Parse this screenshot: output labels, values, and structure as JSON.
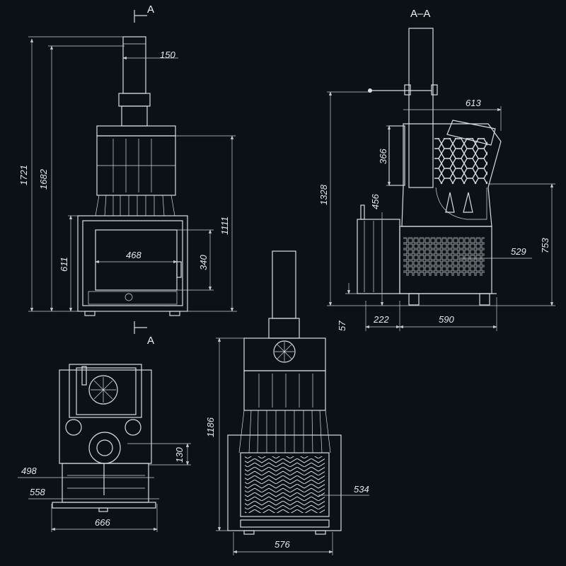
{
  "section_labels": {
    "top_marker": "A",
    "bottom_marker": "A",
    "section_title": "A–A"
  },
  "front_view": {
    "chimney_width": "150",
    "total_height": "1721",
    "height_to_top": "1682",
    "body_height": "1111",
    "firebox_height": "611",
    "glass_width": "468",
    "glass_height": "340"
  },
  "section_view": {
    "top_width": "613",
    "stone_height": "366",
    "height": "1328",
    "door_height": "456",
    "heater_height": "753",
    "depth": "529",
    "leg_height": "57",
    "front_depth": "222",
    "body_depth": "590"
  },
  "rear_view": {
    "outlet_height": "130",
    "width_498": "498",
    "width_558": "558",
    "width_666": "666"
  },
  "bottom_front_view": {
    "height": "1186",
    "inner_width": "534",
    "width": "576"
  },
  "colors": {
    "background": "#0b1116",
    "lines": "#d8dde0"
  }
}
